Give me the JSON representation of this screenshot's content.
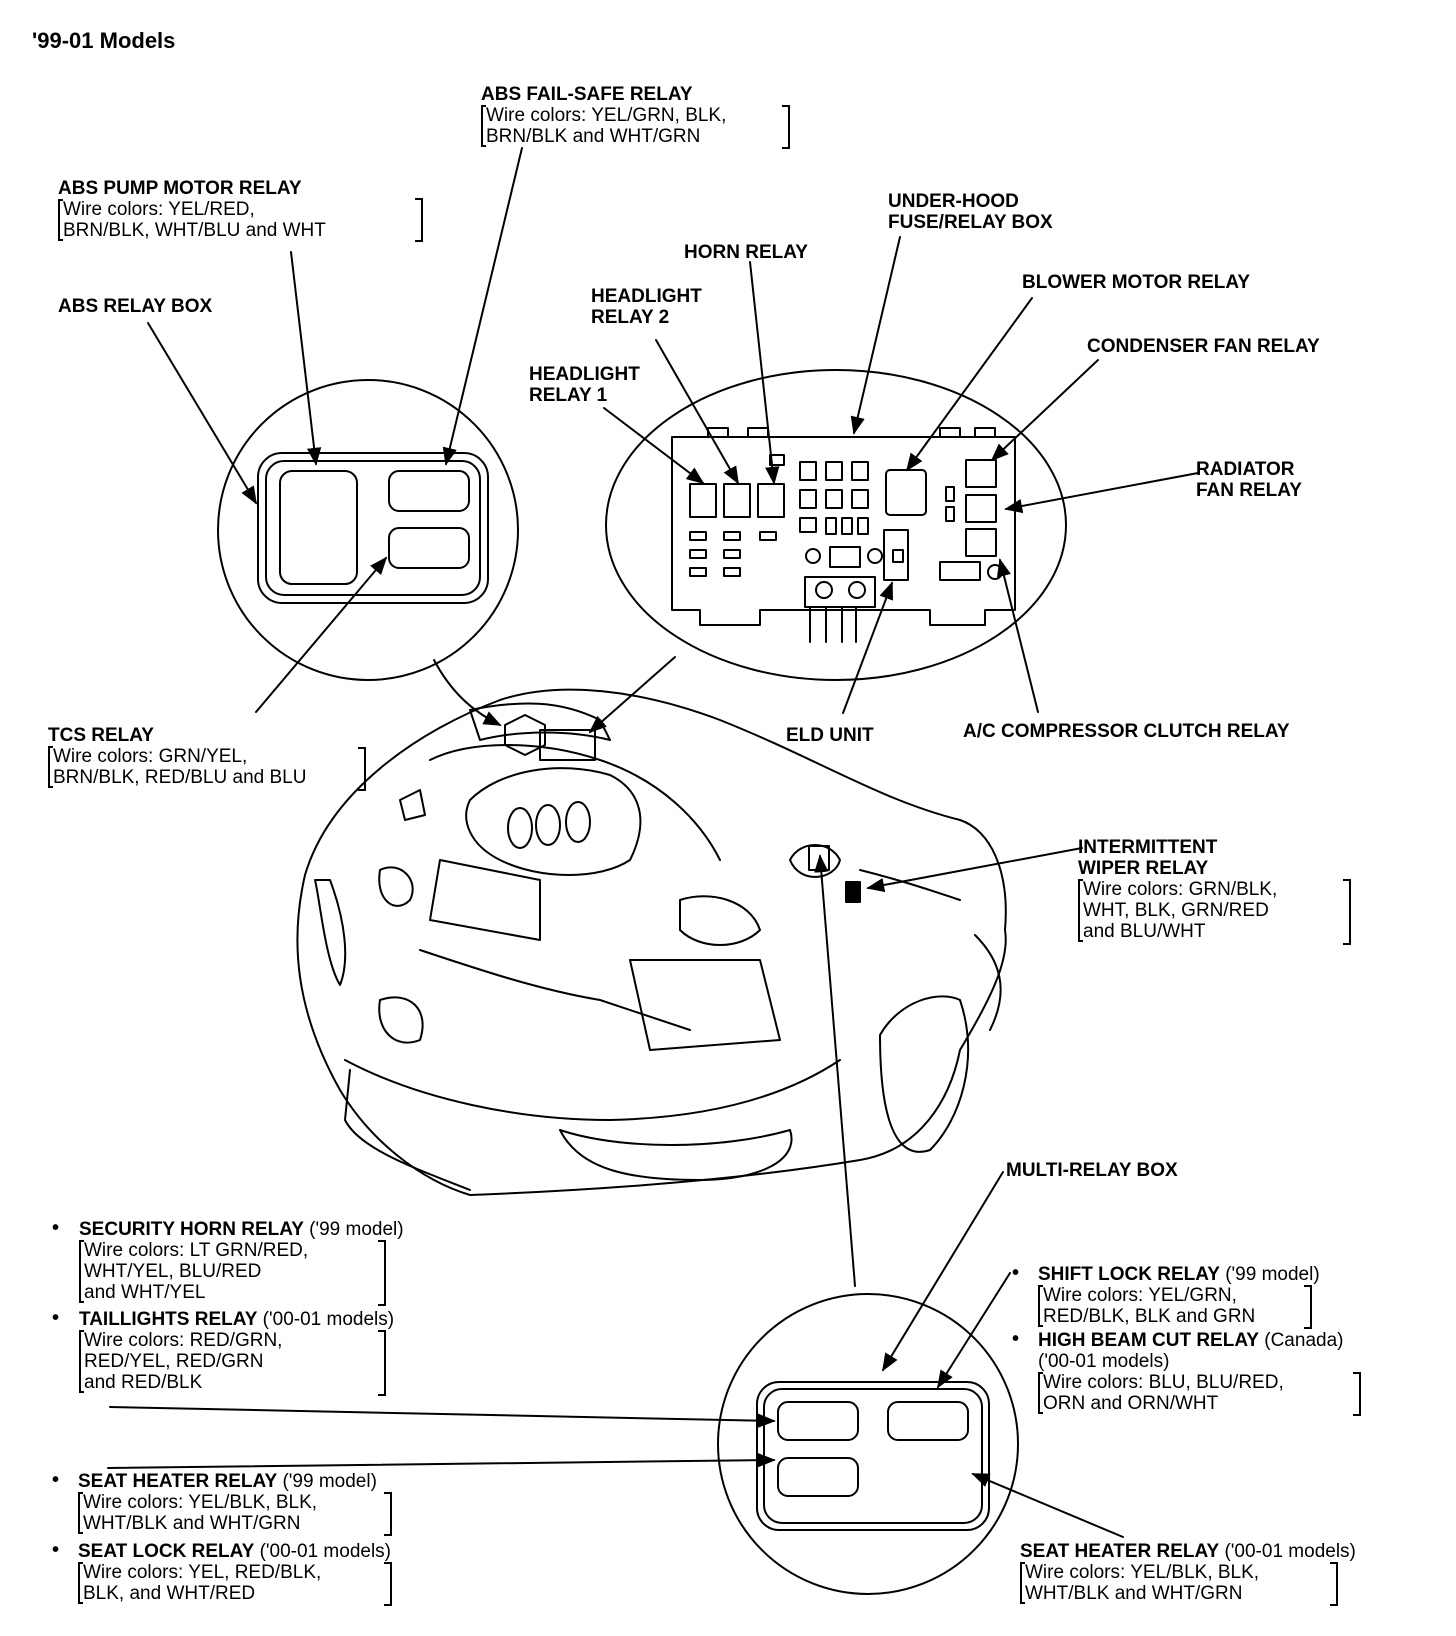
{
  "title": "'99-01 Models",
  "labels": {
    "abs_failsafe": {
      "name": "ABS FAIL-SAFE RELAY",
      "w1": "Wire colors: YEL/GRN, BLK,",
      "w2": "BRN/BLK and WHT/GRN"
    },
    "abs_pump": {
      "name": "ABS PUMP MOTOR RELAY",
      "w1": "Wire colors: YEL/RED,",
      "w2": "BRN/BLK, WHT/BLU and WHT"
    },
    "abs_box": "ABS RELAY BOX",
    "underhood_1": "UNDER-HOOD",
    "underhood_2": "FUSE/RELAY BOX",
    "horn": "HORN RELAY",
    "headlight2_1": "HEADLIGHT",
    "headlight2_2": "RELAY 2",
    "blower": "BLOWER MOTOR RELAY",
    "condenser": "CONDENSER FAN RELAY",
    "headlight1_1": "HEADLIGHT",
    "headlight1_2": "RELAY 1",
    "radiator_1": "RADIATOR",
    "radiator_2": "FAN RELAY",
    "tcs": {
      "name": "TCS RELAY",
      "w1": "Wire colors: GRN/YEL,",
      "w2": "BRN/BLK, RED/BLU and BLU"
    },
    "eld": "ELD UNIT",
    "ac": "A/C COMPRESSOR CLUTCH RELAY",
    "wiper": {
      "name1": "INTERMITTENT",
      "name2": "WIPER RELAY",
      "w1": "Wire colors: GRN/BLK,",
      "w2": "WHT, BLK, GRN/RED",
      "w3": "and BLU/WHT"
    },
    "multi": "MULTI-RELAY BOX",
    "sec_horn": {
      "name": "SECURITY HORN RELAY",
      "note": " ('99 model)",
      "w1": "Wire colors: LT GRN/RED,",
      "w2": "WHT/YEL, BLU/RED",
      "w3": "and WHT/YEL"
    },
    "taillights": {
      "name": "TAILLIGHTS RELAY",
      "note": " ('00-01 models)",
      "w1": "Wire colors: RED/GRN,",
      "w2": "RED/YEL, RED/GRN",
      "w3": "and RED/BLK"
    },
    "shift_lock": {
      "name": "SHIFT LOCK RELAY",
      "note": " ('99 model)",
      "w1": "Wire colors: YEL/GRN,",
      "w2": "RED/BLK, BLK and GRN"
    },
    "high_beam": {
      "name": "HIGH BEAM CUT RELAY",
      "note": " (Canada)",
      "sub": "('00-01 models)",
      "w1": "Wire colors: BLU, BLU/RED,",
      "w2": "ORN and ORN/WHT"
    },
    "seat_heater_99": {
      "name": "SEAT HEATER RELAY",
      "note": " ('99 model)",
      "w1": "Wire colors: YEL/BLK, BLK,",
      "w2": "WHT/BLK and WHT/GRN"
    },
    "seat_lock": {
      "name": "SEAT LOCK RELAY",
      "note": " ('00-01 models)",
      "w1": "Wire colors: YEL, RED/BLK,",
      "w2": "BLK, and WHT/RED"
    },
    "seat_heater_00": {
      "name": "SEAT HEATER RELAY",
      "note": " ('00-01 models)",
      "w1": "Wire colors: YEL/BLK, BLK,",
      "w2": "WHT/BLK and WHT/GRN"
    },
    "bullet": "•"
  }
}
